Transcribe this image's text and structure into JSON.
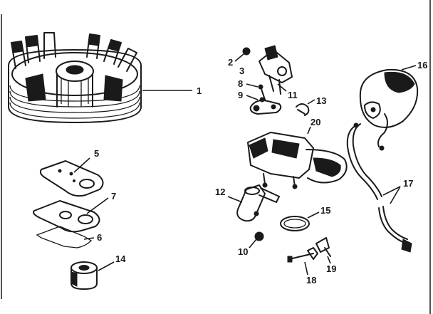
{
  "labels": {
    "l1": "1",
    "l2": "2",
    "l3": "3",
    "l5": "5",
    "l6": "6",
    "l7": "7",
    "l8": "8",
    "l9": "9",
    "l10": "10",
    "l11": "11",
    "l12": "12",
    "l13": "13",
    "l14": "14",
    "l15": "15",
    "l16": "16",
    "l17": "17",
    "l18": "18",
    "l19": "19",
    "l20": "20"
  },
  "colors": {
    "ink": "#1a1a1a",
    "paper": "#ffffff"
  }
}
